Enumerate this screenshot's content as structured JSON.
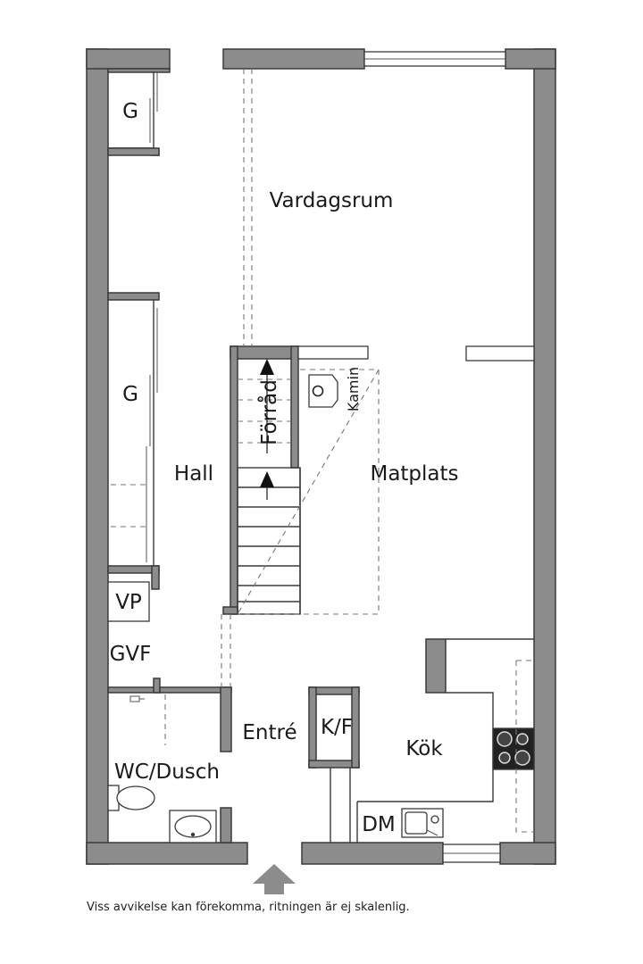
{
  "rooms": {
    "garage_top": "G",
    "vardagsrum": "Vardagsrum",
    "garage_mid": "G",
    "forrad": "Förråd",
    "kamin": "Kamin",
    "hall": "Hall",
    "matplats": "Matplats",
    "vp": "VP",
    "gvf": "GVF",
    "entre": "Entré",
    "kf": "K/F",
    "kok": "Kök",
    "wc_dusch": "WC/Dusch",
    "dm": "DM"
  },
  "note": "Viss avvikelse kan förekomma, ritningen är ej skalenlig.",
  "colors": {
    "wall": "#8c8c8c",
    "line": "#3a3a3a"
  }
}
